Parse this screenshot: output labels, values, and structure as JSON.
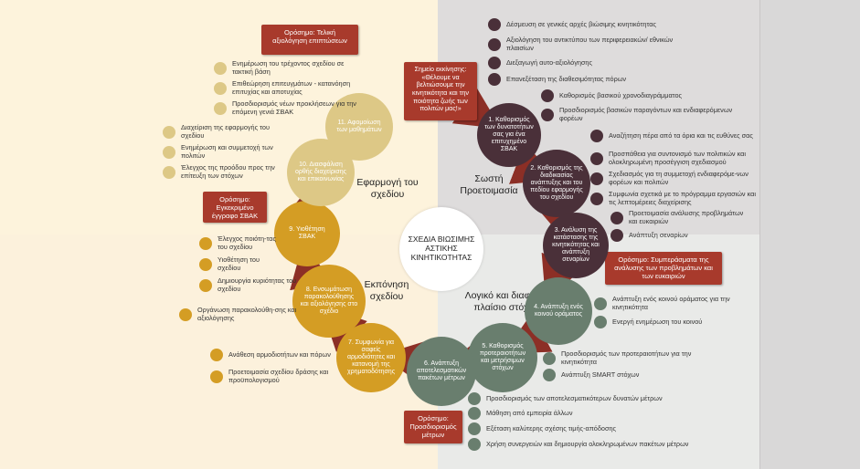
{
  "center_title": "ΣΧΕΔΙΑ ΒΙΩΣΙΜΗΣ ΑΣΤΙΚΗΣ ΚΙΝΗΤΙΚΟΤΗΤΑΣ",
  "start_point": "Σημείο εκκίνησης: «Θέλουμε να βελτιώσουμε την κινητικότητα και την ποιότητα ζωής των πολιτών μας!»",
  "phases": {
    "proper_preparation": "Σωστή Προετοιμασία",
    "rational_framework": "Λογικό και διαφανές πλαίσιο στόχων",
    "plan_development": "Εκπόνηση σχεδίου",
    "plan_implementation": "Εφαρμογή του σχεδίου"
  },
  "milestones": {
    "final_evaluation": "Ορόσημο: Τελική αξιολόγηση επιπτώσεων",
    "approved_document": "Ορόσημο: Εγκεκριμένο έγγραφο ΣΒΑΚ",
    "analysis_completed": "Ορόσημο: Συμπεράσματα της ανάλυσης των προβλημάτων και των ευκαιριών",
    "measures_defined": "Ορόσημο: Προσδιορισμός μέτρων"
  },
  "steps": [
    {
      "id": "1",
      "label": "1. Καθορισμός των δυνατοτήτων σας για ένα επιτυχημένο ΣΒΑΚ",
      "color": "#4a3039"
    },
    {
      "id": "2",
      "label": "2. Καθορισμός της διαδικασίας ανάπτυξης και του πεδίου εφαρμογής του σχεδίου",
      "color": "#4a3039"
    },
    {
      "id": "3",
      "label": "3. Ανάλυση της κατάστασης της κινητικότητας και ανάπτυξη σεναρίων",
      "color": "#4a3039"
    },
    {
      "id": "4",
      "label": "4. Ανάπτυξη ενός κοινού οράματος",
      "color": "#697e6e"
    },
    {
      "id": "5",
      "label": "5. Καθορισμός προτεραιοτήτων και μετρήσιμων στόχων",
      "color": "#697e6e"
    },
    {
      "id": "6",
      "label": "6. Ανάπτυξη αποτελεσματικών πακέτων μέτρων",
      "color": "#697e6e"
    },
    {
      "id": "7",
      "label": "7. Συμφωνία για σαφείς αρμοδιότητες και κατανομή της χρηματοδότησης",
      "color": "#d49d24"
    },
    {
      "id": "8",
      "label": "8. Ενσωμάτωση παρακολούθησης και αξιολόγησης στο σχέδιο",
      "color": "#d49d24"
    },
    {
      "id": "9",
      "label": "9. Υιοθέτηση ΣΒΑΚ",
      "color": "#d49d24"
    },
    {
      "id": "10",
      "label": "10. Διασφάλιση ορθής διαχείρισης και επικοινωνίας",
      "color": "#ddc886"
    },
    {
      "id": "11",
      "label": "11. Αφομοίωση των μαθημάτων",
      "color": "#ddc886"
    }
  ],
  "tasks": {
    "step1": [
      "Δέσμευση σε γενικές αρχές βιώσιμης κινητικότητας",
      "Αξιολόγηση του αντικτύπου των περιφερειακών/ εθνικών πλαισίων",
      "Διεξαγωγή αυτο-αξιολόγησης",
      "Επανεξέταση της διαθεσιμότητας πόρων"
    ],
    "step1b": [
      "Καθορισμός βασικού χρονοδιαγράμματος",
      "Προσδιορισμός βασικών παραγόντων και ενδιαφερόμενων φορέων"
    ],
    "step2": [
      "Αναζήτηση πέρα από τα όρια και τις ευθύνες σας",
      "Προσπάθεια για συντονισμό των πολιτικών και ολοκληρωμένη προσέγγιση σχεδιασμού",
      "Σχεδιασμός για τη συμμετοχή ενδιαφερόμε-νων φορέων και πολιτών",
      "Συμφωνία σχετικά με το πρόγραμμα εργασιών και τις λεπτομέρειες διαχείρισης"
    ],
    "step3": [
      "Προετοιμασία ανάλυσης προβλημάτων και ευκαιριών",
      "Ανάπτυξη σεναρίων"
    ],
    "step4": [
      "Ανάπτυξη ενός κοινού οράματος για την κινητικότητα",
      "Ενεργή ενημέρωση του κοινού"
    ],
    "step5": [
      "Προσδιορισμός των προτεραιοτήτων για την κινητικότητα",
      "Ανάπτυξη SMART στόχων"
    ],
    "step6": [
      "Προσδιορισμός των αποτελεσματικότερων δυνατών μέτρων",
      "Μάθηση από εμπειρία άλλων",
      "Εξέταση καλύτερης σχέσης τιμής-απόδοσης",
      "Χρήση συνεργειών και δημιουργία ολοκληρωμένων πακέτων μέτρων"
    ],
    "step7": [
      "Ανάθεση αρμοδιοτήτων και πόρων",
      "Προετοιμασία σχεδίου δράσης και προϋπολογισμού"
    ],
    "step8": [
      "Οργάνωση παρακολούθη-σης και αξιολόγησης"
    ],
    "step9": [
      "Έλεγχος ποιότη-τας του σχεδίου",
      "Υιοθέτηση του σχεδίου",
      "Δημιουργία κυριότητας του σχεδίου"
    ],
    "step10": [
      "Διαχείριση της εφαρμογής του σχεδίου",
      "Ενημέρωση και συμμετοχή των πολιτών",
      "Έλεγχος της προόδου προς την επίτευξη των στόχων"
    ],
    "step11": [
      "Ενημέρωση του τρέχοντος σχεδίου σε τακτική βάση",
      "Επιθεώρηση επιτευγμάτων - κατανόηση επιτυχίας και αποτυχίας",
      "Προσδιορισμός νέων προκλήσεων για την επόμενη γενιά ΣΒΑΚ"
    ]
  },
  "colors": {
    "phase1": "#4a3039",
    "phase2": "#697e6e",
    "phase3": "#d49d24",
    "phase4": "#ddc886",
    "milestone": "#a83a2c"
  }
}
